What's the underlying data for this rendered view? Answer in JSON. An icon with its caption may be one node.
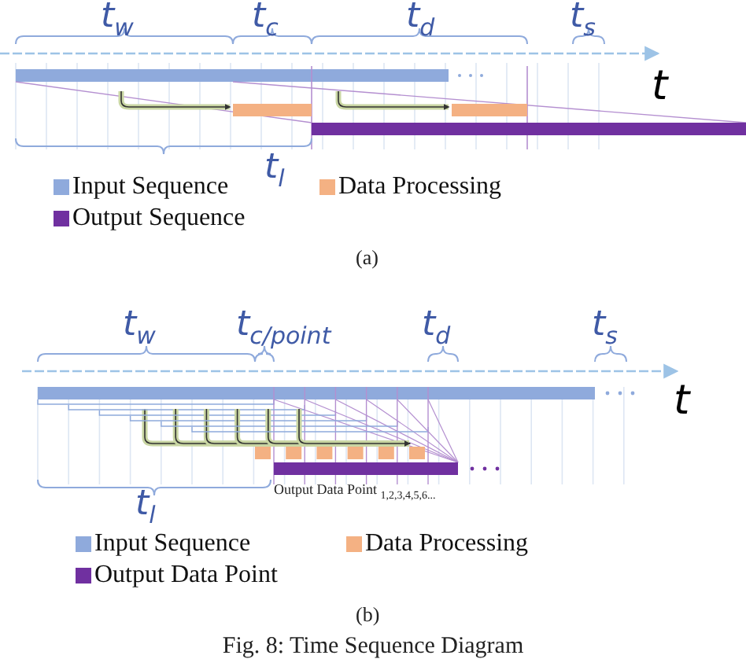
{
  "diagram": {
    "caption": "Fig. 8: Time Sequence Diagram",
    "labels": [
      "t$_{w}$",
      "t$_{c}$",
      "t$_{d}$",
      "t$_{s}$",
      "t",
      "t$_{l}$",
      "(a)",
      "t$_{w}$",
      "t$_{c/point}$",
      "t$_{d}$",
      "t$_{s}$",
      "t",
      "Output Data Point $_{1,2,3,4,5,6...}$",
      "t$_{l}$",
      "(b)"
    ],
    "legend": [
      {
        "text": "Input Sequence",
        "color": "#8faadc"
      },
      {
        "text": "Data Processing",
        "color": "#f4b183"
      },
      {
        "text": "Output Sequence",
        "color": "#7030a0"
      },
      {
        "text": "Input Sequence",
        "color": "#8faadc"
      },
      {
        "text": "Data Processing",
        "color": "#f4b183"
      },
      {
        "text": "Output Data Point",
        "color": "#7030a0"
      }
    ]
  }
}
